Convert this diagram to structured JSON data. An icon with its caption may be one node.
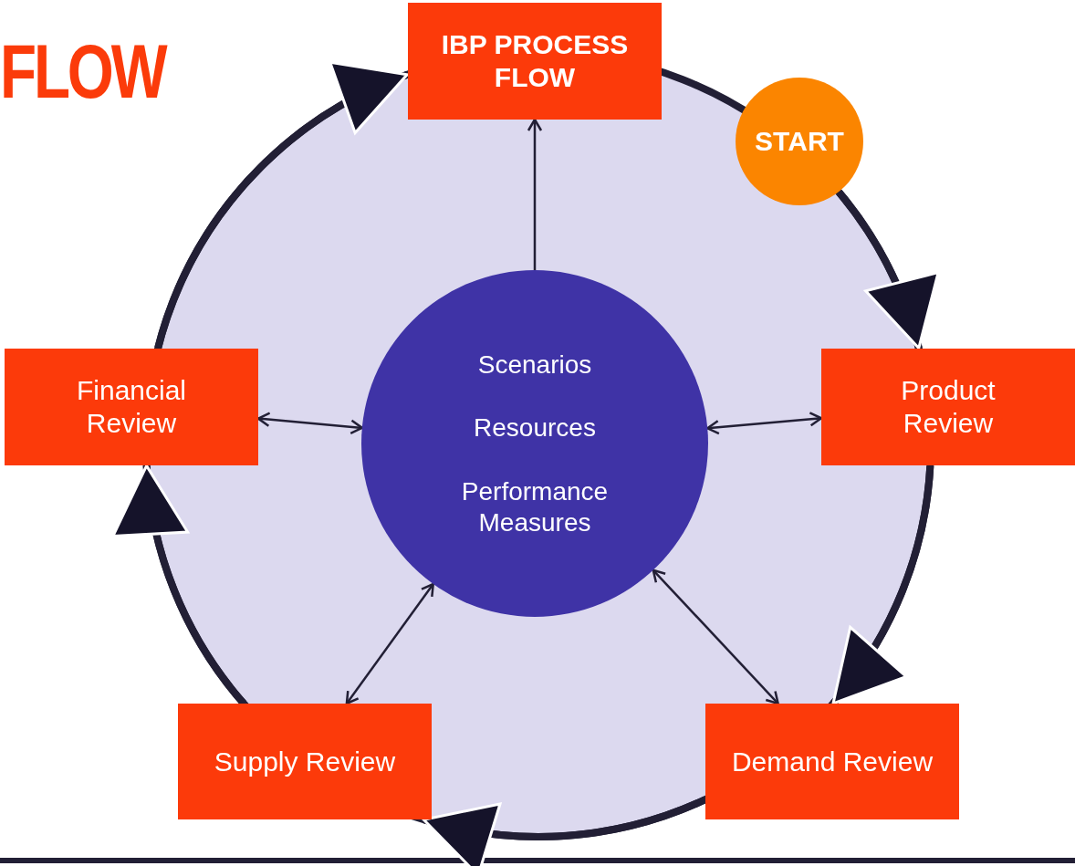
{
  "diagram": {
    "title": "FLOW",
    "nodes": [
      {
        "text": [
          "IBP PROCESS FLOW"
        ]
      },
      {
        "text": [
          "START"
        ]
      },
      {
        "text": [
          "Product Review"
        ]
      },
      {
        "text": [
          "Demand Review"
        ]
      },
      {
        "text": [
          "Supply Review"
        ]
      },
      {
        "text": [
          "Financial Review"
        ]
      },
      {
        "text": [
          "Scenarios",
          "Resources",
          "Performance Measures"
        ]
      }
    ],
    "edges": [
      {
        "from": 1,
        "to": 2,
        "arrow": "to",
        "style": "thick"
      },
      {
        "from": 2,
        "to": 3,
        "arrow": "to",
        "style": "thick"
      },
      {
        "from": 3,
        "to": 4,
        "arrow": "to",
        "style": "thick"
      },
      {
        "from": 4,
        "to": 5,
        "arrow": "to",
        "style": "thick"
      },
      {
        "from": 5,
        "to": 0,
        "arrow": "to",
        "style": "thick"
      },
      {
        "from": 6,
        "to": 0,
        "arrow": "to"
      },
      {
        "from": 6,
        "to": 2,
        "arrow": "both"
      },
      {
        "from": 6,
        "to": 3,
        "arrow": "both"
      },
      {
        "from": 6,
        "to": 4,
        "arrow": "both"
      },
      {
        "from": 6,
        "to": 5,
        "arrow": "both"
      }
    ]
  }
}
